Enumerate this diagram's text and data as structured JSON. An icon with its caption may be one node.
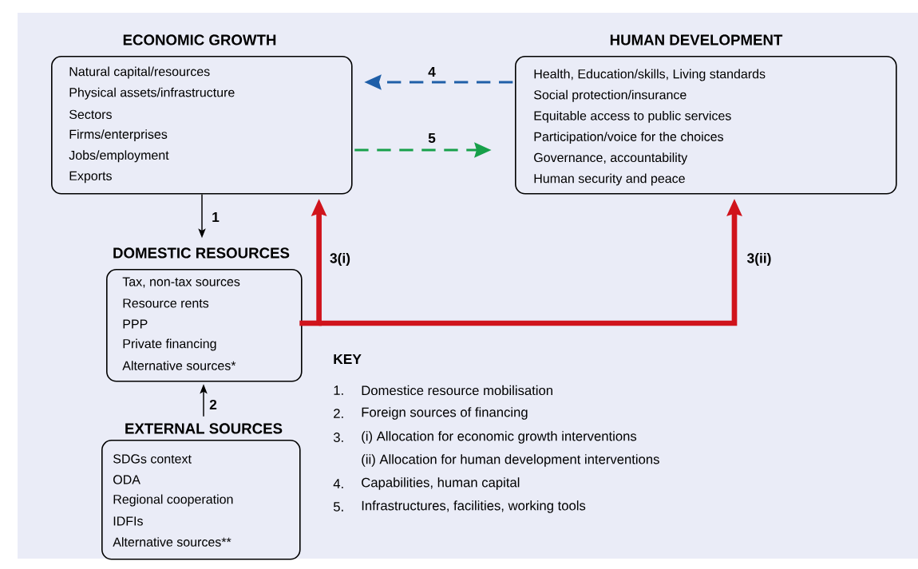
{
  "diagram": {
    "nodes": [
      {
        "text": [
          "ECONOMIC GROWTH",
          "Natural capital/resources",
          "Physical assets/infrastructure",
          "Sectors",
          "Firms/enterprises",
          "Jobs/employment",
          "Exports"
        ]
      },
      {
        "text": [
          "HUMAN DEVELOPMENT",
          "Health, Education/skills, Living standards",
          "Social protection/insurance",
          "Equitable access to public services",
          "Participation/voice for the choices",
          "Governance, accountability",
          "Human security and peace"
        ]
      },
      {
        "text": [
          "DOMESTIC RESOURCES",
          "Tax, non-tax sources",
          "Resource rents",
          "PPP",
          "Private financing",
          "Alternative sources*"
        ]
      },
      {
        "text": [
          "EXTERNAL SOURCES",
          "SDGs context",
          "ODA",
          "Regional cooperation",
          "IDFIs",
          "Alternative sources**"
        ]
      }
    ],
    "edges": [
      {
        "from": 1,
        "to": 0,
        "arrow": "to",
        "label": "4",
        "style": "dashed",
        "color": "#1f5fa8"
      },
      {
        "from": 0,
        "to": 1,
        "arrow": "to",
        "label": "5",
        "style": "dashed",
        "color": "#17a04a"
      },
      {
        "from": 0,
        "to": 2,
        "arrow": "to",
        "label": "1"
      },
      {
        "from": 3,
        "to": 2,
        "arrow": "to",
        "label": "2"
      },
      {
        "from": 2,
        "to": 0,
        "arrow": "to",
        "label": "3(i)",
        "style": "thick",
        "color": "#d0141c"
      },
      {
        "from": 2,
        "to": 1,
        "arrow": "to",
        "label": "3(ii)",
        "style": "thick",
        "color": "#d0141c"
      }
    ],
    "labels": [
      "KEY",
      "1.",
      "Domestice resource mobilisation",
      "2.",
      "Foreign sources of financing",
      "3.",
      "(i) Allocation for economic growth interventions",
      "(ii) Allocation for human development interventions",
      "4.",
      "Capabilities, human capital",
      "5.",
      "Infrastructures, facilities, working tools"
    ]
  }
}
